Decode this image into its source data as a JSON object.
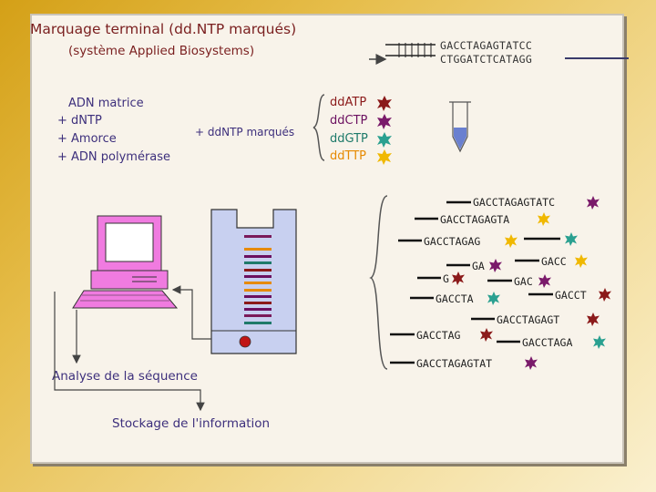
{
  "title": "Marquage terminal (dd.NTP marqués)",
  "subtitle": "(système Applied Biosystems)",
  "template": {
    "top_strand": "GACCTAGAGTATCC",
    "bottom_strand": "CTGGATCTCATAGG"
  },
  "reaction_mix": {
    "items": [
      "ADN matrice",
      "+ dNTP",
      "+ Amorce",
      "+ ADN polymérase"
    ],
    "labelled_label": "+ ddNTP marqués"
  },
  "ddntps": [
    {
      "label": "ddATP",
      "color": "#8b1a1a",
      "star_color": "#8b1a1a"
    },
    {
      "label": "ddCTP",
      "color": "#6b1060",
      "star_color": "#7a1a6a"
    },
    {
      "label": "ddGTP",
      "color": "#1e7a6a",
      "star_color": "#2aa090"
    },
    {
      "label": "ddTTP",
      "color": "#e68a00",
      "star_color": "#f0b800"
    }
  ],
  "fragments": [
    {
      "seq": "GACCTAGAGTATC",
      "star": "C"
    },
    {
      "seq": "GACCTAGAGTA",
      "star": "T"
    },
    {
      "seq": "GACCTAGAG",
      "star": "T"
    },
    {
      "seq": "",
      "star": "G"
    },
    {
      "seq": "GACC",
      "star": "T"
    },
    {
      "seq": "GA",
      "star": "C"
    },
    {
      "seq": "G",
      "star": "A"
    },
    {
      "seq": "GAC",
      "star": "C"
    },
    {
      "seq": "GACCTA",
      "star": "G"
    },
    {
      "seq": "GACCT",
      "star": "A"
    },
    {
      "seq": "GACCTAGAGT",
      "star": "A"
    },
    {
      "seq": "GACCTAG",
      "star": "A"
    },
    {
      "seq": "GACCTAGA",
      "star": "G"
    },
    {
      "seq": "GACCTAGAGTAT",
      "star": "C"
    }
  ],
  "analysis_label": "Analyse de la séquence",
  "storage_label": "Stockage de l'information",
  "colors": {
    "title": "#7a1f1f",
    "text": "#3d2f7c",
    "computer_case": "#f07be0",
    "gel": "#c8d0f0"
  },
  "icons": [
    "computer-icon",
    "test-tube-icon",
    "gel-icon",
    "dna-template-icon"
  ]
}
